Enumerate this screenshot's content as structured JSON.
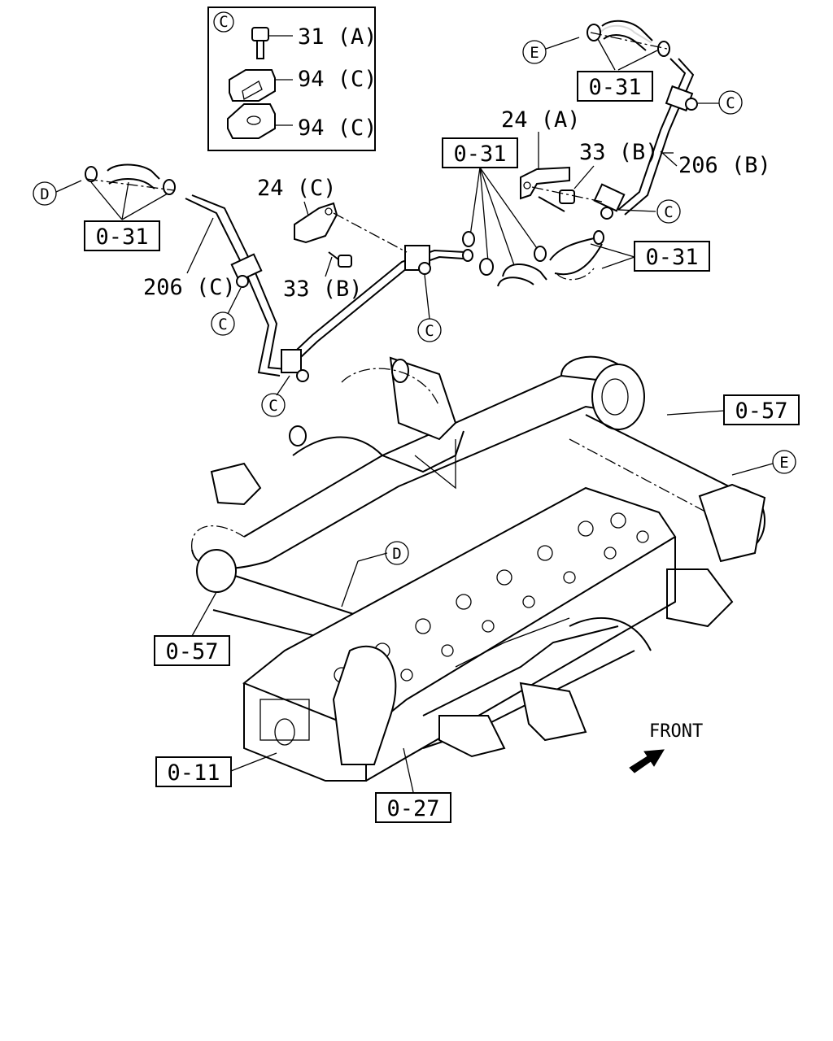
{
  "inset": {
    "letter": "C",
    "parts": [
      "31 (A)",
      "94 (C)",
      "94 (C)"
    ]
  },
  "part_labels": {
    "p24a": "24 (A)",
    "p24c": "24 (C)",
    "p33b_left": "33 (B)",
    "p33b_right": "33 (B)",
    "p206b": "206 (B)",
    "p206c": "206 (C)"
  },
  "ref_boxes": {
    "r031_topright": "0-31",
    "r031_middle": "0-31",
    "r031_left": "0-31",
    "r031_right": "0-31",
    "r057_right": "0-57",
    "r057_left": "0-57",
    "r011": "0-11",
    "r027": "0-27"
  },
  "callouts": {
    "c1": "C",
    "c2": "C",
    "c3": "C",
    "c4": "C",
    "c5": "C",
    "d1": "D",
    "d2": "D",
    "e1": "E",
    "e2": "E"
  },
  "direction": {
    "label": "FRONT",
    "arrow_icon": "front-arrow-icon"
  }
}
